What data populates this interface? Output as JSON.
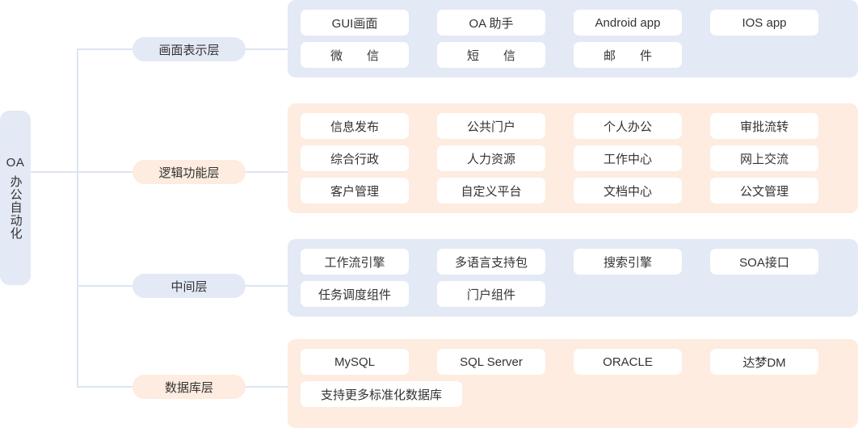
{
  "root": {
    "line1": "OA",
    "line2": "办公自动化"
  },
  "colors": {
    "blue_panel": "#e3e9f5",
    "peach_panel": "#fdecdf",
    "card": "#ffffff",
    "connector": "#dde5f2",
    "text": "#333333"
  },
  "layers": [
    {
      "id": "presentation",
      "label": "画面表示层",
      "theme": "blue",
      "rows": [
        [
          "GUI画面",
          "OA 助手",
          "Android app",
          "IOS app"
        ],
        [
          "微　　信",
          "短　　信",
          "邮　　件",
          ""
        ]
      ]
    },
    {
      "id": "logic",
      "label": "逻辑功能层",
      "theme": "peach",
      "rows": [
        [
          "信息发布",
          "公共门户",
          "个人办公",
          "审批流转"
        ],
        [
          "综合行政",
          "人力资源",
          "工作中心",
          "网上交流"
        ],
        [
          "客户管理",
          "自定义平台",
          "文档中心",
          "公文管理"
        ]
      ]
    },
    {
      "id": "middleware",
      "label": "中间层",
      "theme": "blue",
      "rows": [
        [
          "工作流引擎",
          "多语言支持包",
          "搜索引擎",
          "SOA接口"
        ],
        [
          "任务调度组件",
          "门户组件",
          "",
          ""
        ]
      ]
    },
    {
      "id": "database",
      "label": "数据库层",
      "theme": "peach",
      "rows": [
        [
          "MySQL",
          "SQL Server",
          "ORACLE",
          "达梦DM"
        ],
        [
          "支持更多标准化数据库",
          "",
          ""
        ]
      ]
    }
  ]
}
